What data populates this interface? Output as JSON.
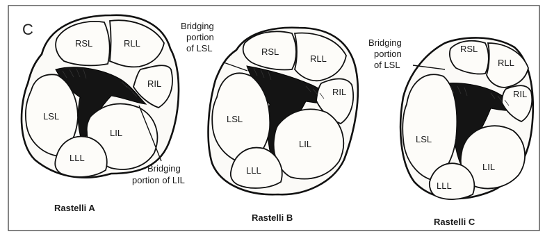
{
  "figure": {
    "panel_letter": "C",
    "diagrams": [
      {
        "caption": "Rastelli A",
        "leaflets": [
          "RSL",
          "RLL",
          "RIL",
          "LSL",
          "LIL",
          "LLL"
        ],
        "annotation_line1": "Bridging",
        "annotation_line2": "portion of LIL"
      },
      {
        "caption": "Rastelli B",
        "leaflets": [
          "RSL",
          "RLL",
          "RIL",
          "LSL",
          "LIL",
          "LLL"
        ],
        "annotation_line1": "Bridging",
        "annotation_line2": "portion",
        "annotation_line3": "of LSL"
      },
      {
        "caption": "Rastelli C",
        "leaflets": [
          "RSL",
          "RLL",
          "RIL",
          "LSL",
          "LIL",
          "LLL"
        ],
        "annotation_line1": "Bridging",
        "annotation_line2": "portion",
        "annotation_line3": "of LSL"
      }
    ]
  }
}
